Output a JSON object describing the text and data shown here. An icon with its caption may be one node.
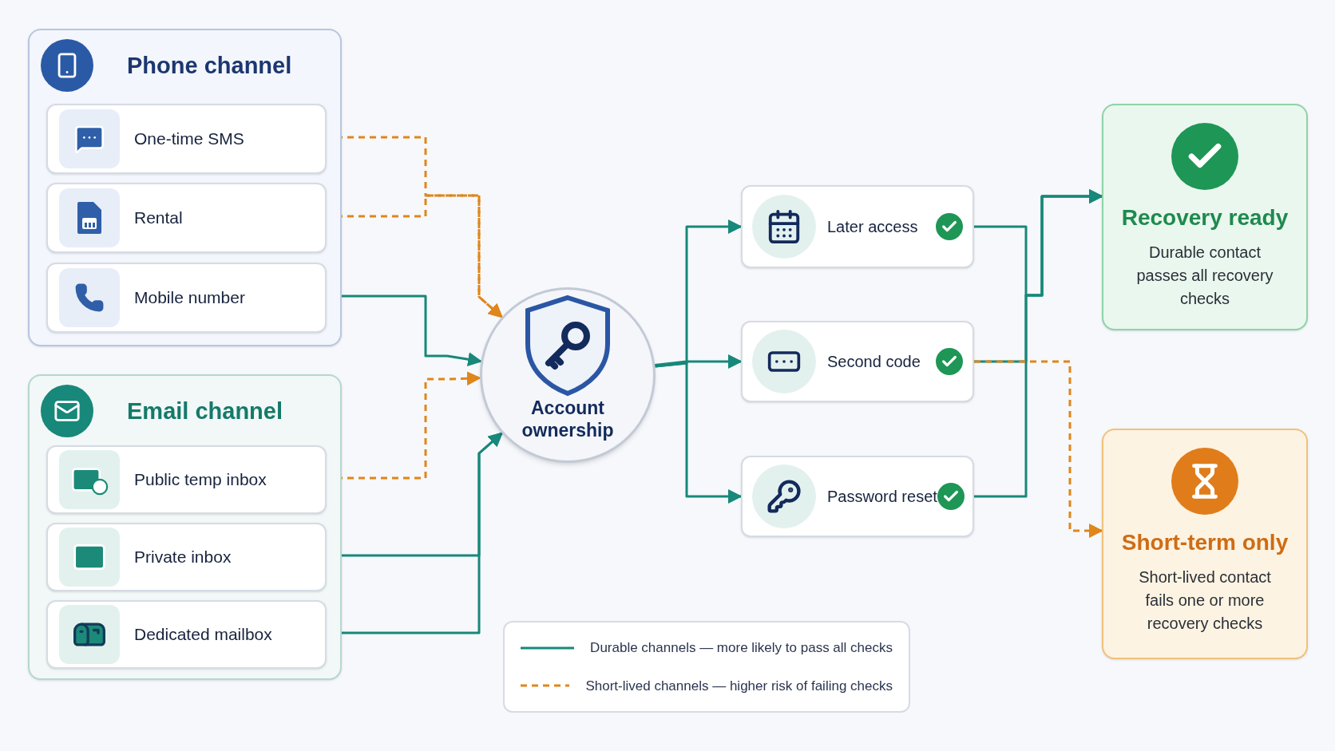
{
  "diagram": {
    "nodes": [
      {
        "text": [
          "Phone channel"
        ]
      },
      {
        "text": [
          "One-time SMS"
        ],
        "in": 0
      },
      {
        "text": [
          "Rental"
        ],
        "in": 0
      },
      {
        "text": [
          "Mobile number"
        ],
        "in": 0
      },
      {
        "text": [
          "Email channel"
        ]
      },
      {
        "text": [
          "Public temp inbox"
        ],
        "in": 4
      },
      {
        "text": [
          "Private inbox"
        ],
        "in": 4
      },
      {
        "text": [
          "Dedicated mailbox"
        ],
        "in": 4
      },
      {
        "text": [
          "Account ownership"
        ]
      },
      {
        "text": [
          "Later access"
        ]
      },
      {
        "text": [
          "Second code"
        ]
      },
      {
        "text": [
          "Password reset"
        ]
      },
      {
        "text": [
          "Recovery ready",
          "Durable contact passes all recovery checks"
        ]
      },
      {
        "text": [
          "Short-term only",
          "Short-lived contact fails one or more recovery checks"
        ]
      }
    ],
    "edges": [
      {
        "from": 1,
        "to": 8,
        "arrow": "to",
        "style": "dashed",
        "color": "#e0861a"
      },
      {
        "from": 2,
        "to": 8,
        "arrow": "to",
        "style": "dashed",
        "color": "#e0861a"
      },
      {
        "from": 3,
        "to": 8,
        "arrow": "to"
      },
      {
        "from": 5,
        "to": 8,
        "arrow": "to",
        "style": "dashed",
        "color": "#e0861a"
      },
      {
        "from": 6,
        "to": 8,
        "arrow": "to"
      },
      {
        "from": 7,
        "to": 8,
        "arrow": "to"
      },
      {
        "from": 8,
        "to": 9,
        "arrow": "to"
      },
      {
        "from": 8,
        "to": 10,
        "arrow": "to"
      },
      {
        "from": 8,
        "to": 11,
        "arrow": "to"
      },
      {
        "from": 9,
        "to": 12,
        "arrow": "to"
      },
      {
        "from": 10,
        "to": 12,
        "arrow": "to"
      },
      {
        "from": 11,
        "to": 12,
        "arrow": "to"
      },
      {
        "from": 10,
        "to": 13,
        "arrow": "to",
        "style": "dashed",
        "color": "#e0861a"
      }
    ],
    "legend": [
      {
        "text": "Durable channels — more likely to pass all checks"
      },
      {
        "text": "Short-lived channels — higher risk of failing checks"
      }
    ]
  }
}
